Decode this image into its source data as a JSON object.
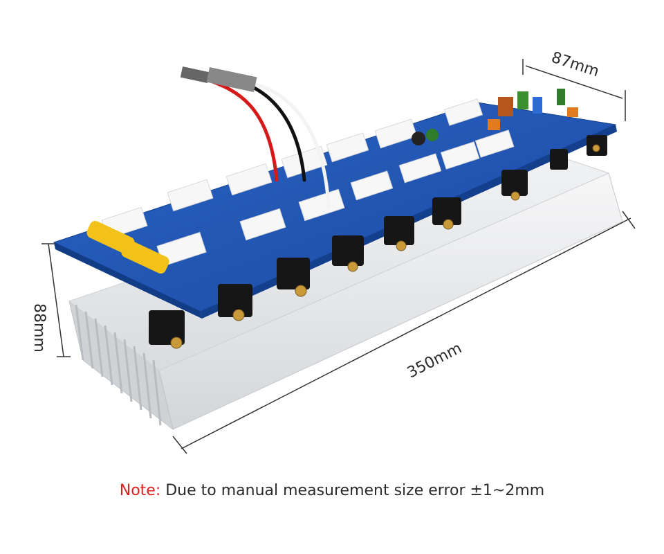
{
  "dimensions": {
    "depth": "87mm",
    "height": "88mm",
    "length": "350mm"
  },
  "note": {
    "label": "Note:",
    "text": " Due to manual measurement size error ±1~2mm"
  },
  "colors": {
    "pcb": "#1f56b8",
    "heatsink": "#e4e6e8",
    "note_label": "#e02020",
    "dimension_line": "#333333"
  }
}
